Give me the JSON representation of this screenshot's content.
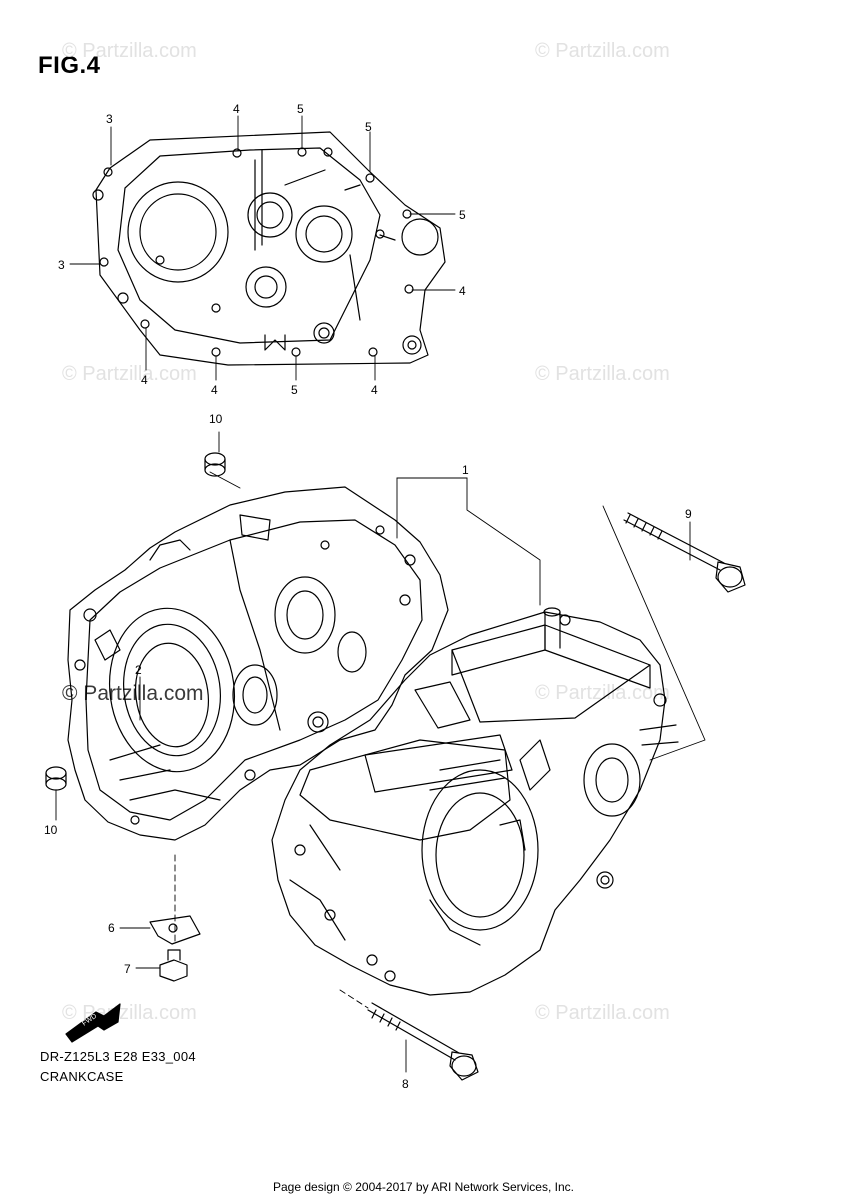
{
  "figure": {
    "title": "FIG.4"
  },
  "watermarks": [
    "© Partzilla.com",
    "© Partzilla.com",
    "© Partzilla.com",
    "© Partzilla.com",
    "© Partzilla.com",
    "© Partzilla.com",
    "© Partzilla.com",
    "© Partzilla.com"
  ],
  "callouts": {
    "top_view": [
      "3",
      "4",
      "5",
      "5",
      "5",
      "3",
      "4",
      "4",
      "4",
      "5",
      "4"
    ],
    "main": [
      "10",
      "1",
      "9",
      "2",
      "10",
      "6",
      "7",
      "8"
    ]
  },
  "fwd_label": "FWD",
  "model_code": "DR-Z125L3 E28 E33_004",
  "caption": "CRANKCASE",
  "footer": "Page design © 2004-2017 by ARI Network Services, Inc."
}
